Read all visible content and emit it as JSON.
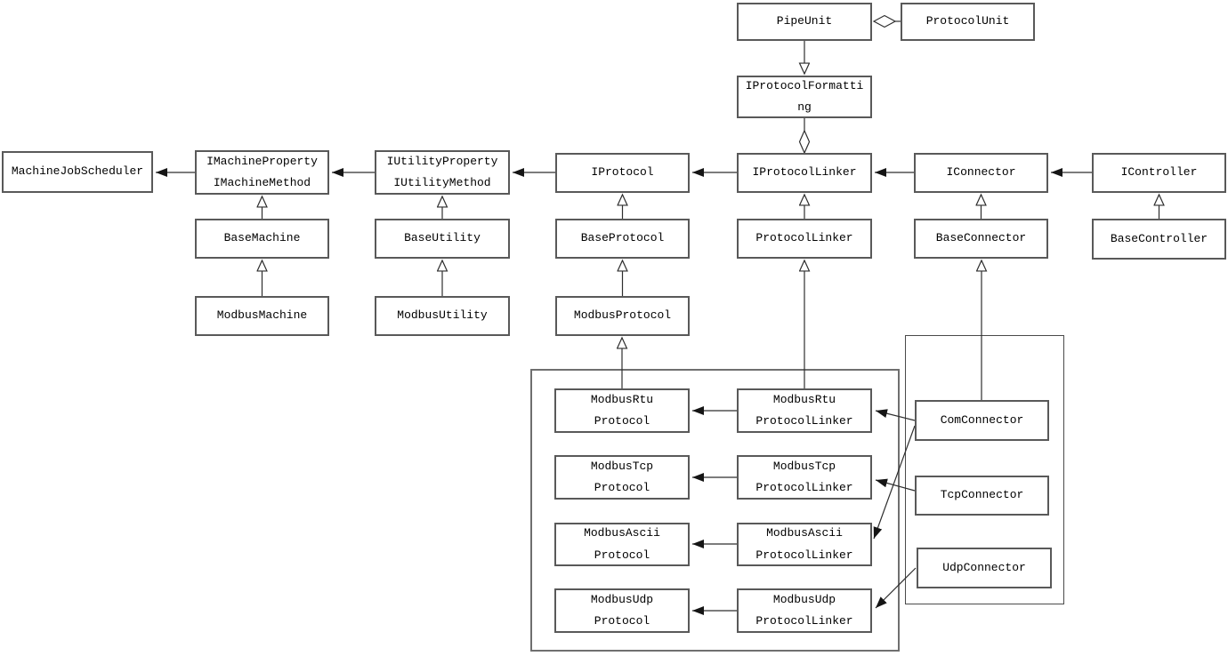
{
  "diagram": {
    "title": "Modbus communication framework class diagram",
    "colors": {
      "background": "#ffffff",
      "box_border": "#595959",
      "line": "#2e2e2e",
      "text": "#000000"
    },
    "nodes": {
      "pipe_unit": {
        "label": "PipeUnit"
      },
      "protocol_unit": {
        "label": "ProtocolUnit"
      },
      "iprotocol_formatting": {
        "label": "IProtocolFormatti\nng"
      },
      "machine_job_scheduler": {
        "label": "MachineJobScheduler"
      },
      "imachine": {
        "label": "IMachineProperty\nIMachineMethod"
      },
      "iutility": {
        "label": "IUtilityProperty\nIUtilityMethod"
      },
      "iprotocol": {
        "label": "IProtocol"
      },
      "iprotocol_linker": {
        "label": "IProtocolLinker"
      },
      "iconnector": {
        "label": "IConnector"
      },
      "icontroller": {
        "label": "IController"
      },
      "base_machine": {
        "label": "BaseMachine"
      },
      "base_utility": {
        "label": "BaseUtility"
      },
      "base_protocol": {
        "label": "BaseProtocol"
      },
      "protocol_linker": {
        "label": "ProtocolLinker"
      },
      "base_connector": {
        "label": "BaseConnector"
      },
      "base_controller": {
        "label": "BaseController"
      },
      "modbus_machine": {
        "label": "ModbusMachine"
      },
      "modbus_utility": {
        "label": "ModbusUtility"
      },
      "modbus_protocol": {
        "label": "ModbusProtocol"
      },
      "modbus_rtu_protocol": {
        "label": "ModbusRtu\nProtocol"
      },
      "modbus_tcp_protocol": {
        "label": "ModbusTcp\nProtocol"
      },
      "modbus_ascii_protocol": {
        "label": "ModbusAscii\nProtocol"
      },
      "modbus_udp_protocol": {
        "label": "ModbusUdp\nProtocol"
      },
      "modbus_rtu_protocol_linker": {
        "label": "ModbusRtu\nProtocolLinker"
      },
      "modbus_tcp_protocol_linker": {
        "label": "ModbusTcp\nProtocolLinker"
      },
      "modbus_ascii_protocol_linker": {
        "label": "ModbusAscii\nProtocolLinker"
      },
      "modbus_udp_protocol_linker": {
        "label": "ModbusUdp\nProtocolLinker"
      },
      "com_connector": {
        "label": "ComConnector"
      },
      "tcp_connector": {
        "label": "TcpConnector"
      },
      "udp_connector": {
        "label": "UdpConnector"
      }
    },
    "relationships": [
      {
        "from": "PipeUnit",
        "to": "ProtocolUnit",
        "type": "aggregation"
      },
      {
        "from": "PipeUnit",
        "to": "IProtocolFormatting",
        "type": "generalization-down"
      },
      {
        "from": "IProtocolLinker",
        "to": "IProtocolFormatting",
        "type": "aggregation"
      },
      {
        "from": "IMachinePropertyIMachineMethod",
        "to": "MachineJobScheduler",
        "type": "directed-association"
      },
      {
        "from": "IUtilityPropertyIUtilityMethod",
        "to": "IMachinePropertyIMachineMethod",
        "type": "directed-association"
      },
      {
        "from": "IProtocol",
        "to": "IUtilityPropertyIUtilityMethod",
        "type": "directed-association"
      },
      {
        "from": "IProtocolLinker",
        "to": "IProtocol",
        "type": "directed-association"
      },
      {
        "from": "IConnector",
        "to": "IProtocolLinker",
        "type": "directed-association"
      },
      {
        "from": "IController",
        "to": "IConnector",
        "type": "directed-association"
      },
      {
        "from": "BaseMachine",
        "to": "IMachinePropertyIMachineMethod",
        "type": "generalization"
      },
      {
        "from": "BaseUtility",
        "to": "IUtilityPropertyIUtilityMethod",
        "type": "generalization"
      },
      {
        "from": "BaseProtocol",
        "to": "IProtocol",
        "type": "generalization"
      },
      {
        "from": "ProtocolLinker",
        "to": "IProtocolLinker",
        "type": "generalization"
      },
      {
        "from": "BaseConnector",
        "to": "IConnector",
        "type": "generalization"
      },
      {
        "from": "BaseController",
        "to": "IController",
        "type": "generalization"
      },
      {
        "from": "ModbusMachine",
        "to": "BaseMachine",
        "type": "generalization"
      },
      {
        "from": "ModbusUtility",
        "to": "BaseUtility",
        "type": "generalization"
      },
      {
        "from": "ModbusProtocol",
        "to": "BaseProtocol",
        "type": "generalization"
      },
      {
        "from": "ModbusRtuProtocol",
        "to": "ModbusProtocol",
        "type": "generalization"
      },
      {
        "from": "ModbusRtuProtocolLinker",
        "to": "ProtocolLinker",
        "type": "generalization"
      },
      {
        "from": "ComConnector",
        "to": "BaseConnector",
        "type": "generalization"
      },
      {
        "from": "ModbusRtuProtocolLinker",
        "to": "ModbusRtuProtocol",
        "type": "directed-association"
      },
      {
        "from": "ModbusTcpProtocolLinker",
        "to": "ModbusTcpProtocol",
        "type": "directed-association"
      },
      {
        "from": "ModbusAsciiProtocolLinker",
        "to": "ModbusAsciiProtocol",
        "type": "directed-association"
      },
      {
        "from": "ModbusUdpProtocolLinker",
        "to": "ModbusUdpProtocol",
        "type": "directed-association"
      },
      {
        "from": "ComConnector",
        "to": "ModbusRtuProtocolLinker",
        "type": "directed-association"
      },
      {
        "from": "ComConnector",
        "to": "ModbusAsciiProtocolLinker",
        "type": "directed-association"
      },
      {
        "from": "TcpConnector",
        "to": "ModbusTcpProtocolLinker",
        "type": "directed-association"
      },
      {
        "from": "UdpConnector",
        "to": "ModbusUdpProtocolLinker",
        "type": "directed-association"
      }
    ]
  }
}
